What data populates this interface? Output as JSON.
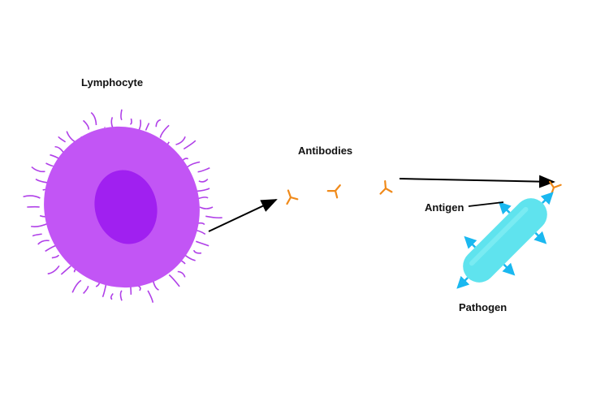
{
  "labels": {
    "lymphocyte": "Lymphocyte",
    "antibodies": "Antibodies",
    "antigen": "Antigen",
    "pathogen": "Pathogen"
  },
  "colors": {
    "cell": "#c255f5",
    "nucleus": "#a020f0",
    "hair": "#b040e8",
    "antibody": "#f08a1a",
    "pathogen": "#5fe3ee",
    "antigen": "#1ab8f0",
    "arrow": "#000000"
  }
}
